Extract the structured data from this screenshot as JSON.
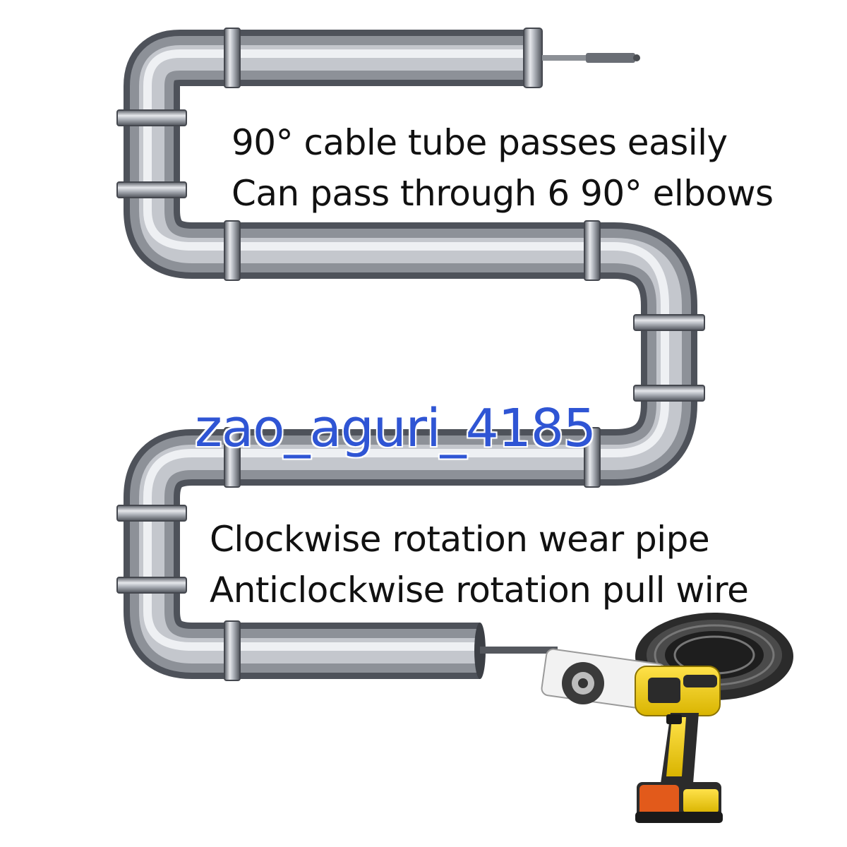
{
  "captions": {
    "top_line_1": "90° cable tube passes easily",
    "top_line_2": "Can pass through 6 90° elbows",
    "bottom_line_1": "Clockwise rotation wear pipe",
    "bottom_line_2": "Anticlockwise rotation pull wire"
  },
  "watermark": "zao_aguri_4185",
  "icons": {
    "pipe": "s-shaped-steel-pipe",
    "tool": "cordless-drill-with-cable-reel"
  },
  "colors": {
    "pipe_highlight": "#e6e8ec",
    "pipe_mid": "#a7abb2",
    "pipe_shadow": "#5a5e66",
    "drill_yellow": "#f5d210",
    "drill_dark": "#2b2b2b",
    "watermark": "#2f55d4"
  }
}
